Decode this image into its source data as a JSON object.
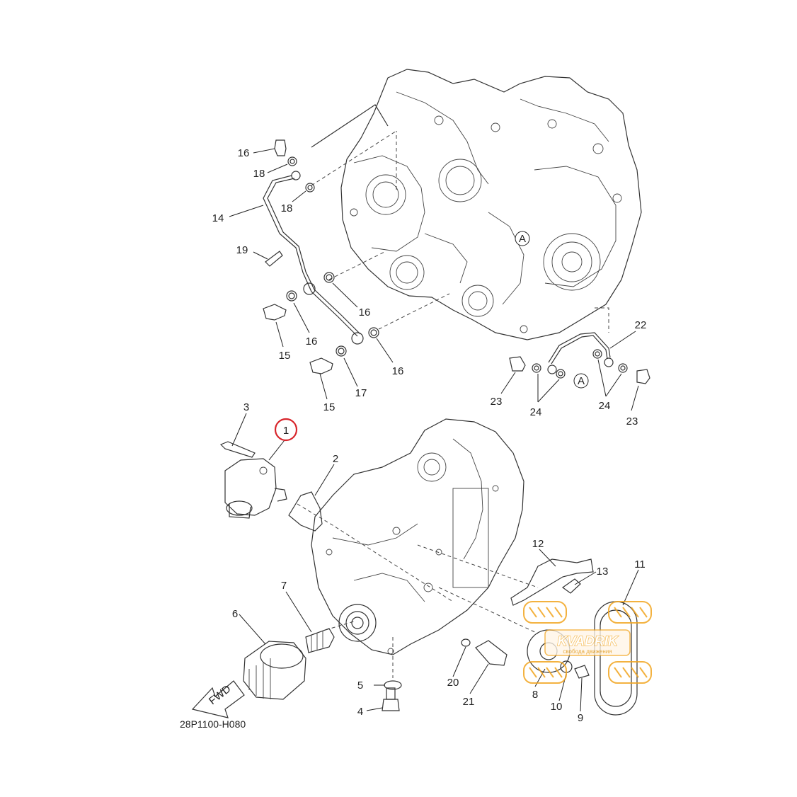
{
  "diagram": {
    "drawing_code": "28P1100-H080",
    "fwd_label": "FWD",
    "highlighted_part": "1",
    "highlight_color": "#d8262c",
    "line_color": "#333333",
    "ref_marker_label": "A",
    "callouts": [
      {
        "id": "c1",
        "text": "1"
      },
      {
        "id": "c2",
        "text": "2"
      },
      {
        "id": "c3",
        "text": "3"
      },
      {
        "id": "c4",
        "text": "4"
      },
      {
        "id": "c5",
        "text": "5"
      },
      {
        "id": "c6",
        "text": "6"
      },
      {
        "id": "c7",
        "text": "7"
      },
      {
        "id": "c8",
        "text": "8"
      },
      {
        "id": "c9",
        "text": "9"
      },
      {
        "id": "c10",
        "text": "10"
      },
      {
        "id": "c11",
        "text": "11"
      },
      {
        "id": "c12",
        "text": "12"
      },
      {
        "id": "c13",
        "text": "13"
      },
      {
        "id": "c14",
        "text": "14"
      },
      {
        "id": "c15a",
        "text": "15"
      },
      {
        "id": "c15b",
        "text": "15"
      },
      {
        "id": "c16a",
        "text": "16"
      },
      {
        "id": "c16b",
        "text": "16"
      },
      {
        "id": "c16c",
        "text": "16"
      },
      {
        "id": "c16d",
        "text": "16"
      },
      {
        "id": "c17",
        "text": "17"
      },
      {
        "id": "c18a",
        "text": "18"
      },
      {
        "id": "c18b",
        "text": "18"
      },
      {
        "id": "c19",
        "text": "19"
      },
      {
        "id": "c20",
        "text": "20"
      },
      {
        "id": "c21",
        "text": "21"
      },
      {
        "id": "c22",
        "text": "22"
      },
      {
        "id": "c23a",
        "text": "23"
      },
      {
        "id": "c23b",
        "text": "23"
      },
      {
        "id": "c24a",
        "text": "24"
      },
      {
        "id": "c24b",
        "text": "24"
      }
    ]
  },
  "watermark": {
    "brand": "KVADRIK",
    "tagline": "свобода движения",
    "color": "#f2a51f"
  }
}
